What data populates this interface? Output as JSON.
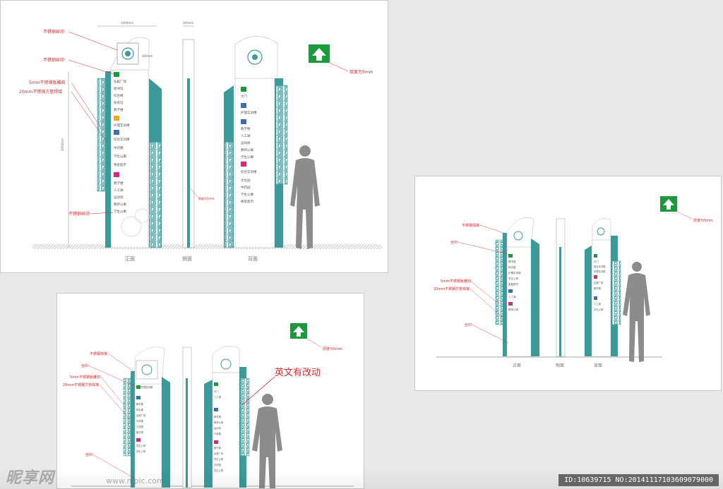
{
  "panels": {
    "large": {
      "labels": {
        "l1": "不锈钢丝印",
        "l2": "不锈钢丝印",
        "l3": "5mm不锈钢板雕刻",
        "l4": "20mm不锈钢方管焊接",
        "l5": "不锈钢丝印"
      },
      "thickness_note": "厚度为5mm",
      "side_note": "厚度为5mm",
      "captions": {
        "front": "正面",
        "side": "侧面",
        "back": "背面"
      },
      "dims": {
        "width": "1000mm",
        "side": "300mm",
        "height": "3000mm",
        "box": "400mm"
      },
      "front_items": [
        "弘毅广场",
        "图书馆",
        "综合楼",
        "体育馆",
        "教学楼",
        "护理实训楼",
        "综合实训楼",
        "中药圃",
        "学生公寓",
        "致星超市",
        "教学楼",
        "人工湖",
        "运动场",
        "教师公寓",
        "学生公寓"
      ],
      "back_items": [
        "大门",
        "护理实训楼",
        "教学楼",
        "人工湖",
        "运动场",
        "教师公寓",
        "学生公寓",
        "综合实训楼",
        "文化园",
        "中药园",
        "学生公寓",
        "致星超市"
      ]
    },
    "right": {
      "labels": {
        "l1": "不锈钢焊接",
        "l2": "丝印",
        "l3": "5mm不锈钢板雕刻",
        "l4": "20mm不锈钢方管焊接",
        "l5": "丝印"
      },
      "thickness_note": "厚度为5mm",
      "captions": {
        "front": "正面",
        "side": "侧面",
        "back": "背面"
      },
      "front_items": [
        "教学楼",
        "综合楼",
        "护理实训楼",
        "学生公寓",
        "致星超市",
        "人工湖",
        "教师公寓"
      ],
      "back_items": [
        "大门",
        "综合实训楼",
        "护理实训楼",
        "弘毅广场",
        "教学楼",
        "人工湖",
        "学生公寓"
      ]
    },
    "bottom": {
      "labels": {
        "l1": "不锈钢焊接",
        "l2": "丝印",
        "l3": "5mm不锈钢板雕刻",
        "l4": "20mm不锈钢方管焊接",
        "l5": "丝印"
      },
      "thickness_note": "厚度为5mm",
      "change_note": "英文有改动",
      "front_items": [
        "护理实训楼",
        "教学楼",
        "综合楼",
        "弘毅广场",
        "中药圃",
        "文化园",
        "图书馆",
        "学生公寓",
        "学生公寓"
      ],
      "back_items": [
        "大门",
        "人工湖",
        "教学楼",
        "教师公寓",
        "运动场",
        "行政楼",
        "图书馆",
        "弘毅广场",
        "学生公寓",
        "中药园",
        "学生公寓"
      ]
    }
  },
  "watermark": {
    "logo": "昵享网",
    "site": "www.nipic.com",
    "id": "ID:10639715 NO:20141117103609079000"
  },
  "colors": {
    "teal": "#3a9a9c",
    "red": "#e0242a",
    "green": "#1a9a3a",
    "blue": "#3a6fb0",
    "orange": "#f5a623",
    "magenta": "#d4287c"
  }
}
